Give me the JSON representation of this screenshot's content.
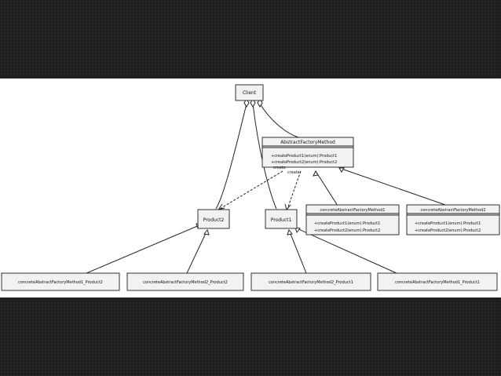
{
  "diagram": {
    "client": "Client",
    "abstract_factory": {
      "name": "AbstractFactoryMethod",
      "methods": [
        "+createProduct1(enum):Product1",
        "+createProduct2(enum):Product2"
      ]
    },
    "create_label_1": "create",
    "create_label_2": "create",
    "concrete_factory_1": {
      "name": "concreteAbstractFactoryMethod1",
      "methods": [
        "+createProduct1(enum):Product1",
        "+createProduct2(enum):Product2"
      ]
    },
    "concrete_factory_2": {
      "name": "concreteAbstractFactoryMethod2",
      "methods": [
        "+createProduct1(enum):Product1",
        "+createProduct2(enum):Product2"
      ]
    },
    "product2": "Product2",
    "product1": "Product1",
    "concrete_products": [
      "concreteAbstractFactoryMethod1_Product2",
      "concreteAbstractFactoryMethod2_Product2",
      "concreteAbstractFactoryMethod2_Product1",
      "concreteAbstractFactoryMethod1_Product1"
    ]
  }
}
